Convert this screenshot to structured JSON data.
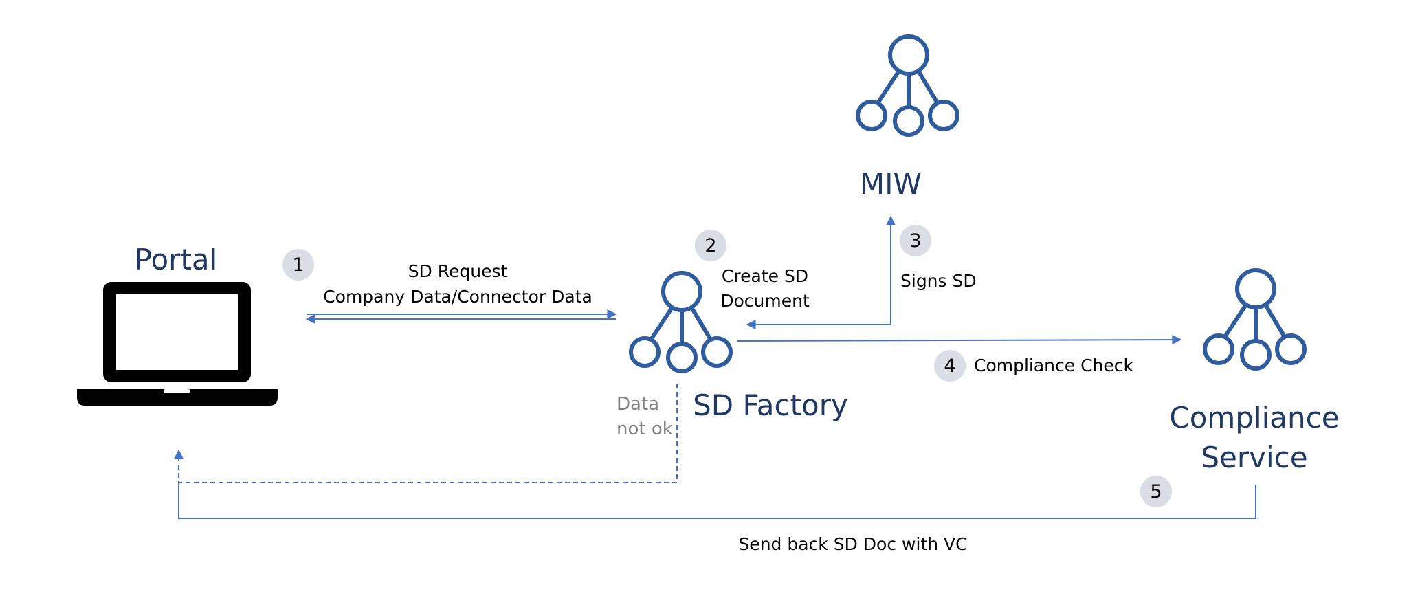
{
  "colors": {
    "node": "#2E5C9E",
    "title": "#1F3864",
    "arrow": "#4472C4",
    "badge": "#D9DDE5",
    "muted": "#808080"
  },
  "nodes": {
    "portal": {
      "title": "Portal",
      "icon": "laptop-icon"
    },
    "sd_factory": {
      "title": "SD Factory",
      "icon": "network-node-icon"
    },
    "miw": {
      "title": "MIW",
      "icon": "network-node-icon"
    },
    "compliance": {
      "title_line1": "Compliance",
      "title_line2": "Service",
      "icon": "network-node-icon"
    }
  },
  "steps": [
    {
      "number": "1",
      "label_line1": "SD Request",
      "label_line2": "Company Data/Connector Data"
    },
    {
      "number": "2",
      "label_line1": "Create SD",
      "label_line2": "Document"
    },
    {
      "number": "3",
      "label": "Signs SD"
    },
    {
      "number": "4",
      "label": "Compliance Check"
    },
    {
      "number": "5",
      "label": "Send back SD Doc with VC"
    }
  ],
  "error_path": {
    "label_line1": "Data",
    "label_line2": "not ok"
  }
}
